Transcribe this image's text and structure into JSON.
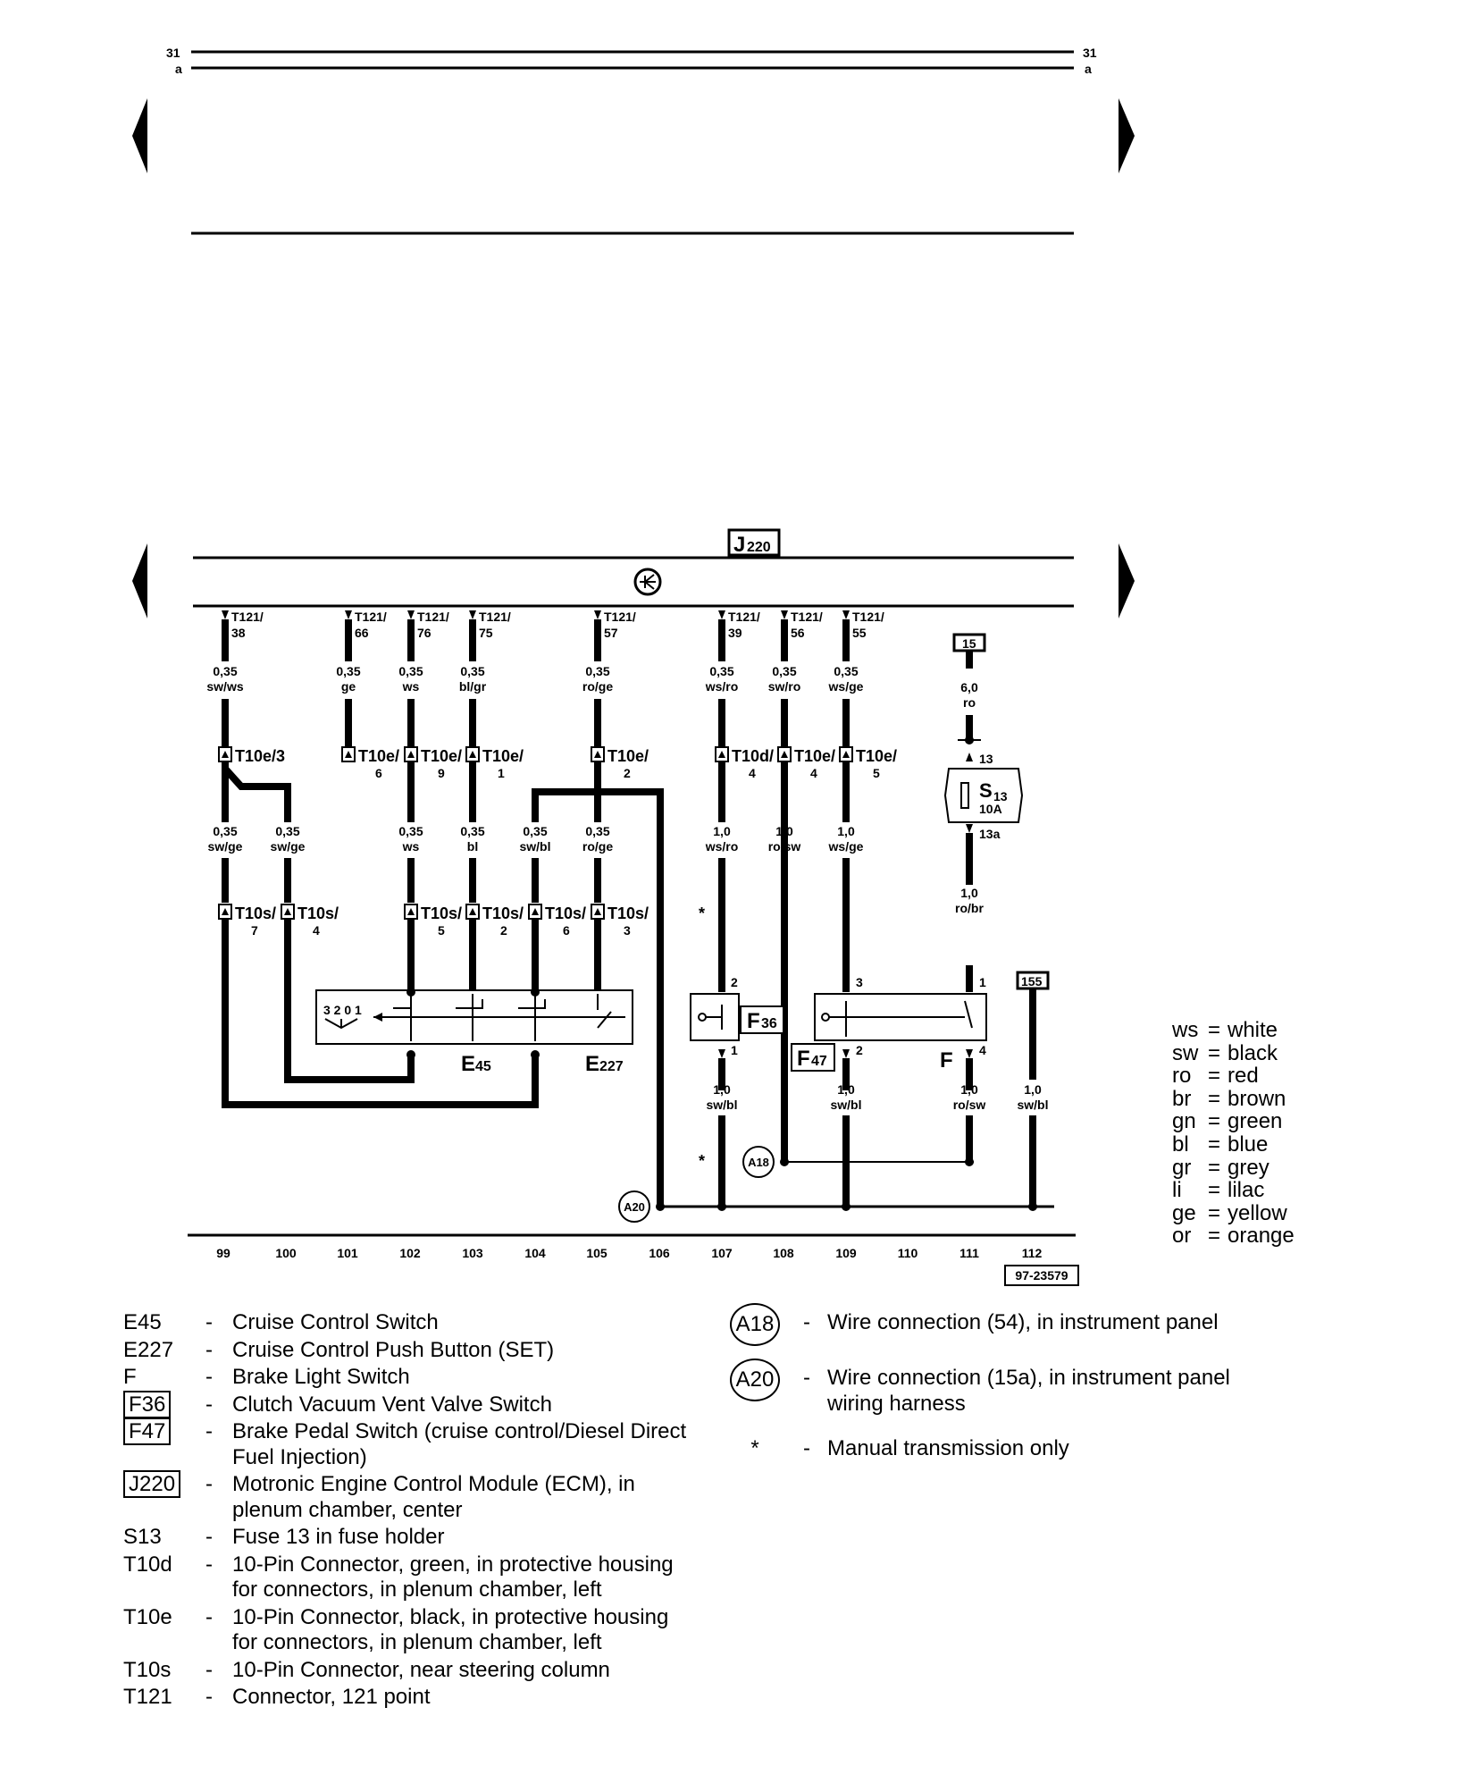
{
  "header": {
    "rail_top_label": "31",
    "rail_bottom_label": "a"
  },
  "ecm": {
    "label": "J",
    "subscript": "220"
  },
  "ecm_pins": [
    {
      "conn": "T121/",
      "pin": "38"
    },
    {
      "conn": "T121/",
      "pin": "66"
    },
    {
      "conn": "T121/",
      "pin": "76"
    },
    {
      "conn": "T121/",
      "pin": "75"
    },
    {
      "conn": "T121/",
      "pin": "57"
    },
    {
      "conn": "T121/",
      "pin": "39"
    },
    {
      "conn": "T121/",
      "pin": "56"
    },
    {
      "conn": "T121/",
      "pin": "55"
    }
  ],
  "wires_upper": [
    {
      "size": "0,35",
      "color": "sw/ws"
    },
    {
      "size": "0,35",
      "color": "ge"
    },
    {
      "size": "0,35",
      "color": "ws"
    },
    {
      "size": "0,35",
      "color": "bl/gr"
    },
    {
      "size": "0,35",
      "color": "ro/ge"
    },
    {
      "size": "0,35",
      "color": "ws/ro"
    },
    {
      "size": "0,35",
      "color": "sw/ro"
    },
    {
      "size": "0,35",
      "color": "ws/ge"
    }
  ],
  "connectors_t10": [
    {
      "name": "T10e/3",
      "pin": ""
    },
    {
      "name": "T10e/",
      "pin": "6"
    },
    {
      "name": "T10e/",
      "pin": "9"
    },
    {
      "name": "T10e/",
      "pin": "1"
    },
    {
      "name": "T10e/",
      "pin": "2"
    },
    {
      "name": "T10d/",
      "pin": "4"
    },
    {
      "name": "T10e/",
      "pin": "4"
    },
    {
      "name": "T10e/",
      "pin": "5"
    }
  ],
  "wires_middle": [
    {
      "size": "0,35",
      "color": "sw/ge"
    },
    {
      "size": "0,35",
      "color": "sw/ge"
    },
    {
      "size": "0,35",
      "color": "ws"
    },
    {
      "size": "0,35",
      "color": "bl"
    },
    {
      "size": "0,35",
      "color": "sw/bl"
    },
    {
      "size": "0,35",
      "color": "ro/ge"
    },
    {
      "size": "1,0",
      "color": "ws/ro"
    },
    {
      "size": "1,0",
      "color": "ro/sw"
    },
    {
      "size": "1,0",
      "color": "ws/ge"
    }
  ],
  "connectors_t10s": [
    {
      "name": "T10s/",
      "pin": "7"
    },
    {
      "name": "T10s/",
      "pin": "4"
    },
    {
      "name": "T10s/",
      "pin": "5"
    },
    {
      "name": "T10s/",
      "pin": "2"
    },
    {
      "name": "T10s/",
      "pin": "6"
    },
    {
      "name": "T10s/",
      "pin": "3"
    }
  ],
  "fuse": {
    "terminal": "15",
    "wire_size": "6,0",
    "wire_color": "ro",
    "pin_in": "13",
    "label": "S",
    "subscript": "13",
    "rating": "10A",
    "pin_out": "13a",
    "out_size": "1,0",
    "out_color": "ro/br"
  },
  "switches": {
    "e45_positions": "3 2 0 1",
    "e45_label": "E",
    "e45_sub": "45",
    "e227_label": "E",
    "e227_sub": "227",
    "f36_label": "F",
    "f36_sub": "36",
    "f36_pin_top": "2",
    "f36_pin_bot": "1",
    "f47_label": "F",
    "f47_sub": "47",
    "f_label": "F",
    "f_pin_top_left": "3",
    "f_pin_bot_left": "2",
    "f_pin_top_right": "1",
    "f_pin_bot_right": "4"
  },
  "wires_lower": [
    {
      "size": "1,0",
      "color": "sw/bl"
    },
    {
      "size": "1,0",
      "color": "sw/bl"
    },
    {
      "size": "1,0",
      "color": "ro/sw"
    },
    {
      "size": "1,0",
      "color": "sw/bl"
    }
  ],
  "ground_terminal": "155",
  "asterisk": "*",
  "junctions": {
    "a18": "A18",
    "a20": "A20"
  },
  "track_numbers": [
    "99",
    "100",
    "101",
    "102",
    "103",
    "104",
    "105",
    "106",
    "107",
    "108",
    "109",
    "110",
    "111",
    "112"
  ],
  "figure_id": "97-23579",
  "color_legend": [
    {
      "code": "ws",
      "name": "white"
    },
    {
      "code": "sw",
      "name": "black"
    },
    {
      "code": "ro",
      "name": "red"
    },
    {
      "code": "br",
      "name": "brown"
    },
    {
      "code": "gn",
      "name": "green"
    },
    {
      "code": "bl",
      "name": "blue"
    },
    {
      "code": "gr",
      "name": "grey"
    },
    {
      "code": "li",
      "name": "lilac"
    },
    {
      "code": "ge",
      "name": "yellow"
    },
    {
      "code": "or",
      "name": "orange"
    }
  ],
  "glossary": [
    {
      "code": "E45",
      "boxed": false,
      "desc": "Cruise Control Switch"
    },
    {
      "code": "E227",
      "boxed": false,
      "desc": "Cruise Control Push Button (SET)"
    },
    {
      "code": "F",
      "boxed": false,
      "desc": "Brake Light Switch"
    },
    {
      "code": "F36",
      "boxed": true,
      "desc": "Clutch Vacuum Vent Valve Switch"
    },
    {
      "code": "F47",
      "boxed": true,
      "desc": "Brake Pedal Switch (cruise control/Diesel Direct Fuel Injection)"
    },
    {
      "code": "J220",
      "boxed": true,
      "desc": "Motronic Engine Control Module (ECM), in plenum chamber, center"
    },
    {
      "code": "S13",
      "boxed": false,
      "desc": "Fuse 13 in fuse holder"
    },
    {
      "code": "T10d",
      "boxed": false,
      "desc": "10-Pin Connector, green, in protective housing for connectors, in plenum chamber, left"
    },
    {
      "code": "T10e",
      "boxed": false,
      "desc": "10-Pin Connector, black, in protective housing for connectors, in plenum chamber, left"
    },
    {
      "code": "T10s",
      "boxed": false,
      "desc": "10-Pin Connector, near steering column"
    },
    {
      "code": "T121",
      "boxed": false,
      "desc": "Connector, 121 point"
    }
  ],
  "notes": [
    {
      "symbol": "A18",
      "circled": true,
      "desc": "Wire connection (54), in instrument panel"
    },
    {
      "symbol": "A20",
      "circled": true,
      "desc": "Wire connection (15a), in instrument panel wiring harness"
    },
    {
      "symbol": "*",
      "circled": false,
      "desc": "Manual transmission only"
    }
  ]
}
